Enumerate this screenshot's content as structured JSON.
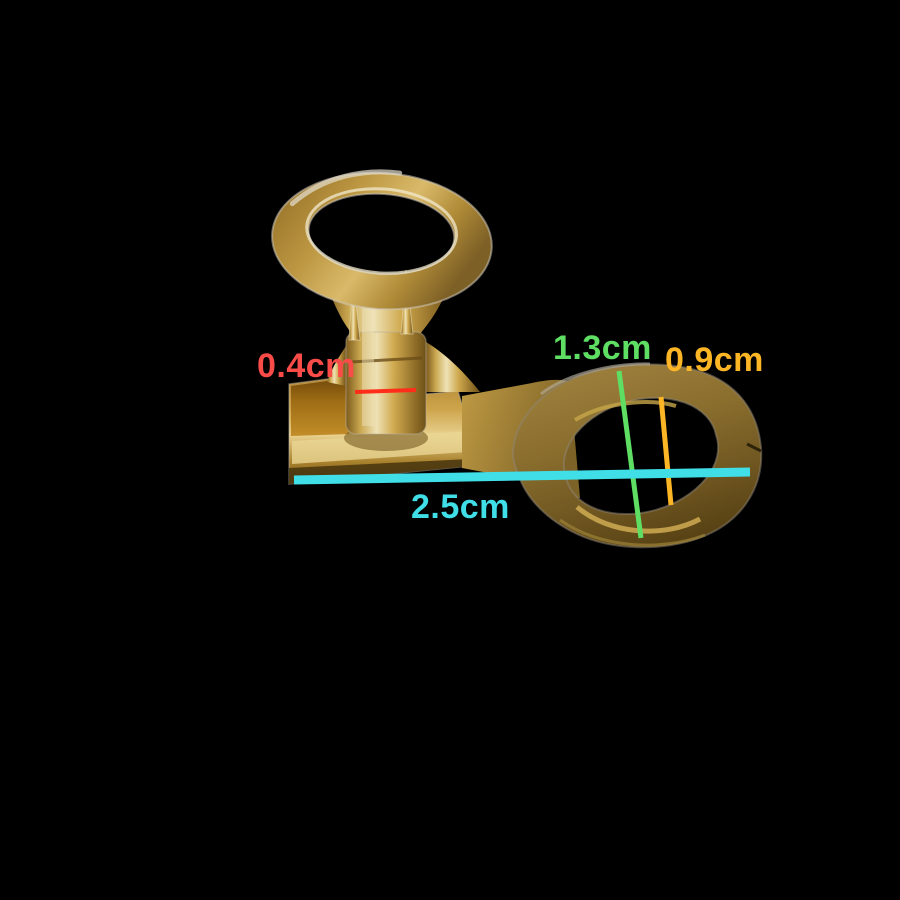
{
  "scene": {
    "subject": "brass ring terminal lug photographed on a black background",
    "background_color": "#000000"
  },
  "palette": {
    "brass_bright": "#efe2b6",
    "brass_mid": "#c9a44e",
    "brass_dark": "#6e5118",
    "brass_olive": "#86682a",
    "cutout_edge_highlight": "#cfc8ba"
  },
  "measurements": [
    {
      "label": "0.4cm",
      "text_color": "#f94c48",
      "line_color": "#ff2d1a"
    },
    {
      "label": "1.3cm",
      "text_color": "#5ede62",
      "line_color": "#5ede62"
    },
    {
      "label": "0.9cm",
      "text_color": "#fcb525",
      "line_color": "#fcb525"
    },
    {
      "label": "2.5cm",
      "text_color": "#40dfe8",
      "line_color": "#40dfe8"
    }
  ]
}
